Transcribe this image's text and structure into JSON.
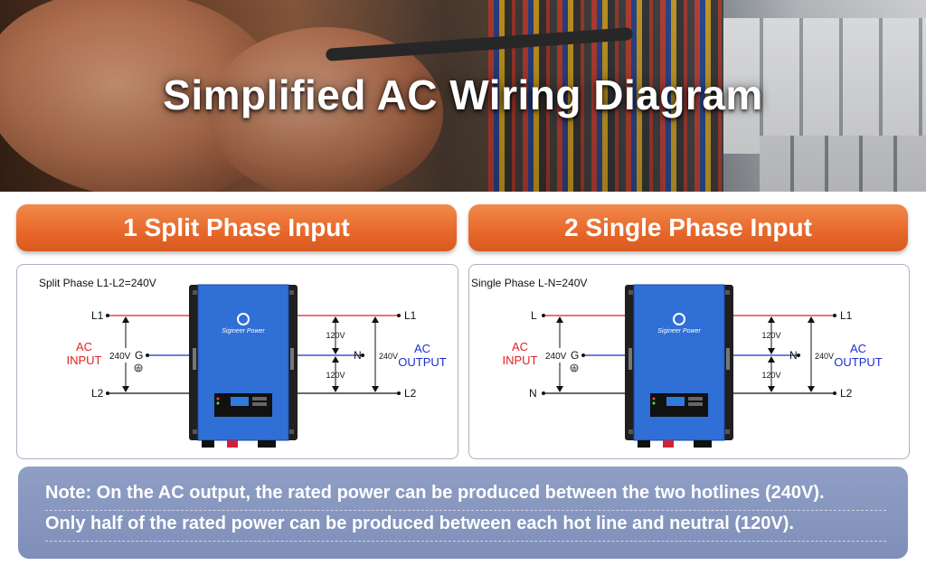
{
  "hero": {
    "title": "Simplified AC Wiring Diagram"
  },
  "colors": {
    "banner": "#e7672a",
    "input_red": "#e02020",
    "output_blue": "#1a2fd0",
    "inverter_blue": "#2f6fd6",
    "note_bg": "#8594be"
  },
  "panels": [
    {
      "banner": "1 Split Phase Input",
      "caption": "Split Phase L1-L2=240V",
      "brand": "Sigineer Power",
      "input": {
        "top": "L1",
        "mid": "G",
        "bottom": "L2",
        "voltage": "240V",
        "label_line1": "AC",
        "label_line2": "INPUT"
      },
      "output": {
        "top": "L1",
        "neutral": "N",
        "bottom": "L2",
        "upper_voltage": "120V",
        "lower_voltage": "120V",
        "total_voltage": "240V",
        "label_line1": "AC",
        "label_line2": "OUTPUT"
      }
    },
    {
      "banner": "2 Single Phase Input",
      "caption": "Single Phase L-N=240V",
      "brand": "Sigineer Power",
      "input": {
        "top": "L",
        "mid": "G",
        "bottom": "N",
        "voltage": "240V",
        "label_line1": "AC",
        "label_line2": "INPUT"
      },
      "output": {
        "top": "L1",
        "neutral": "N",
        "bottom": "L2",
        "upper_voltage": "120V",
        "lower_voltage": "120V",
        "total_voltage": "240V",
        "label_line1": "AC",
        "label_line2": "OUTPUT"
      }
    }
  ],
  "note": {
    "line1": "Note: On the AC output, the rated power can be produced between the two hotlines (240V).",
    "line2": "Only half of the rated power can be produced between each hot line and neutral (120V)."
  }
}
